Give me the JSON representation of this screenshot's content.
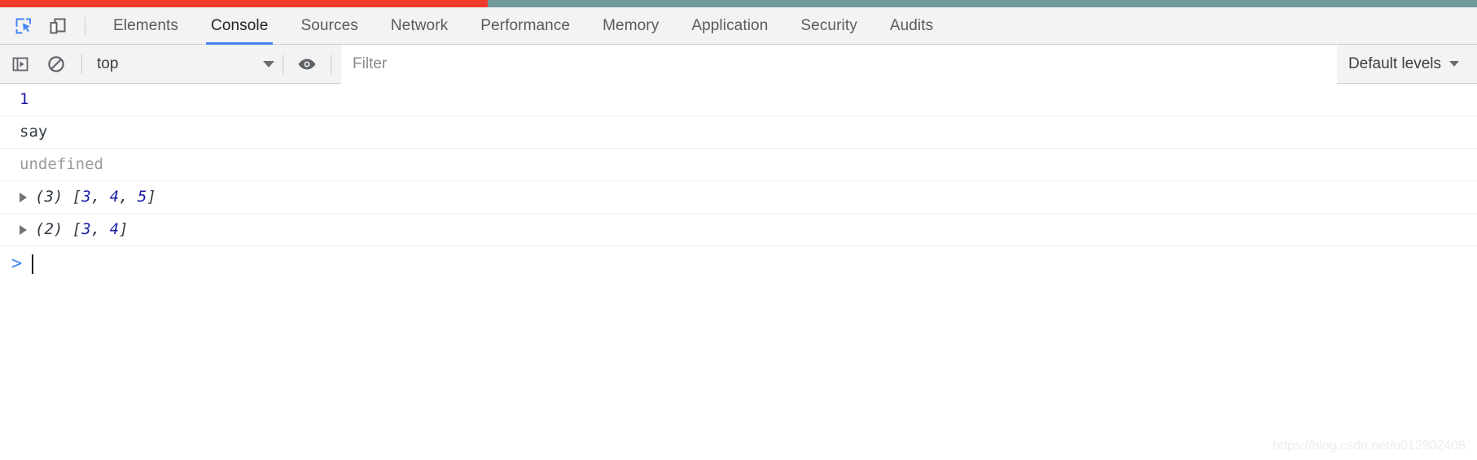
{
  "theme": {
    "accent_blue": "#4285f4",
    "progress_red": "#ee3b2b",
    "progress_track_teal": "#6f9a99",
    "toolbar_bg": "#f3f3f3",
    "number_token_blue": "#1a1aa6",
    "undefined_gray": "#9a9a9a",
    "text_dark": "#303942"
  },
  "progress": {
    "percent": 33,
    "name": "page-load-progress"
  },
  "tabbar": {
    "inspect_icon": "inspect-cursor-icon",
    "device_icon": "device-toolbar-icon",
    "tabs": [
      {
        "label": "Elements",
        "active": false
      },
      {
        "label": "Console",
        "active": true
      },
      {
        "label": "Sources",
        "active": false
      },
      {
        "label": "Network",
        "active": false
      },
      {
        "label": "Performance",
        "active": false
      },
      {
        "label": "Memory",
        "active": false
      },
      {
        "label": "Application",
        "active": false
      },
      {
        "label": "Security",
        "active": false
      },
      {
        "label": "Audits",
        "active": false
      }
    ]
  },
  "console_toolbar": {
    "sidebar_toggle_icon": "console-sidebar-icon",
    "clear_icon": "clear-console-icon",
    "context": {
      "value": "top",
      "dropdown_icon": "chevron-down-icon"
    },
    "eye_icon": "live-expression-eye-icon",
    "filter": {
      "value": "",
      "placeholder": "Filter"
    },
    "levels": {
      "value": "Default levels",
      "dropdown_icon": "chevron-down-icon"
    }
  },
  "console_messages": [
    {
      "type": "number",
      "text": "1",
      "expandable": false
    },
    {
      "type": "string",
      "text": "say",
      "expandable": false
    },
    {
      "type": "undefined",
      "text": "undefined",
      "expandable": false
    },
    {
      "type": "array",
      "expandable": true,
      "count": "(3)",
      "open_bracket": "[",
      "items": [
        "3",
        "4",
        "5"
      ],
      "separator": ", ",
      "close_bracket": "]"
    },
    {
      "type": "array",
      "expandable": true,
      "count": "(2)",
      "open_bracket": "[",
      "items": [
        "3",
        "4"
      ],
      "separator": ", ",
      "close_bracket": "]"
    }
  ],
  "prompt": {
    "chevron": ">",
    "value": ""
  },
  "watermark": {
    "text": "https://blog.csdn.net/u012902406"
  }
}
